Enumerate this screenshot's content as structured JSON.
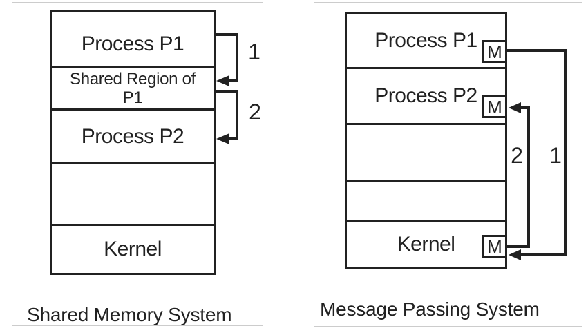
{
  "left_panel": {
    "caption": "Shared Memory System",
    "boxes": [
      {
        "label": "Process P1"
      },
      {
        "label": "Shared Region of",
        "label2": "P1"
      },
      {
        "label": "Process P2"
      },
      {
        "label": ""
      },
      {
        "label": "Kernel"
      }
    ],
    "arrows": [
      {
        "label": "1",
        "from": "Process P1",
        "to": "Shared Region of P1"
      },
      {
        "label": "2",
        "from": "Shared Region of P1",
        "to": "Process P2"
      }
    ]
  },
  "right_panel": {
    "caption": "Message Passing System",
    "boxes": [
      {
        "label": "Process P1",
        "badge": "M"
      },
      {
        "label": "Process P2",
        "badge": "M"
      },
      {
        "label": ""
      },
      {
        "label": ""
      },
      {
        "label": "Kernel",
        "badge": "M"
      }
    ],
    "arrows": [
      {
        "label": "1",
        "from": "Process P1 M",
        "to": "Kernel M"
      },
      {
        "label": "2",
        "from": "Kernel M",
        "to": "Process P2 M"
      }
    ]
  },
  "colors": {
    "ink": "#212121",
    "panel_border": "#cccccc",
    "background": "#ffffff"
  }
}
